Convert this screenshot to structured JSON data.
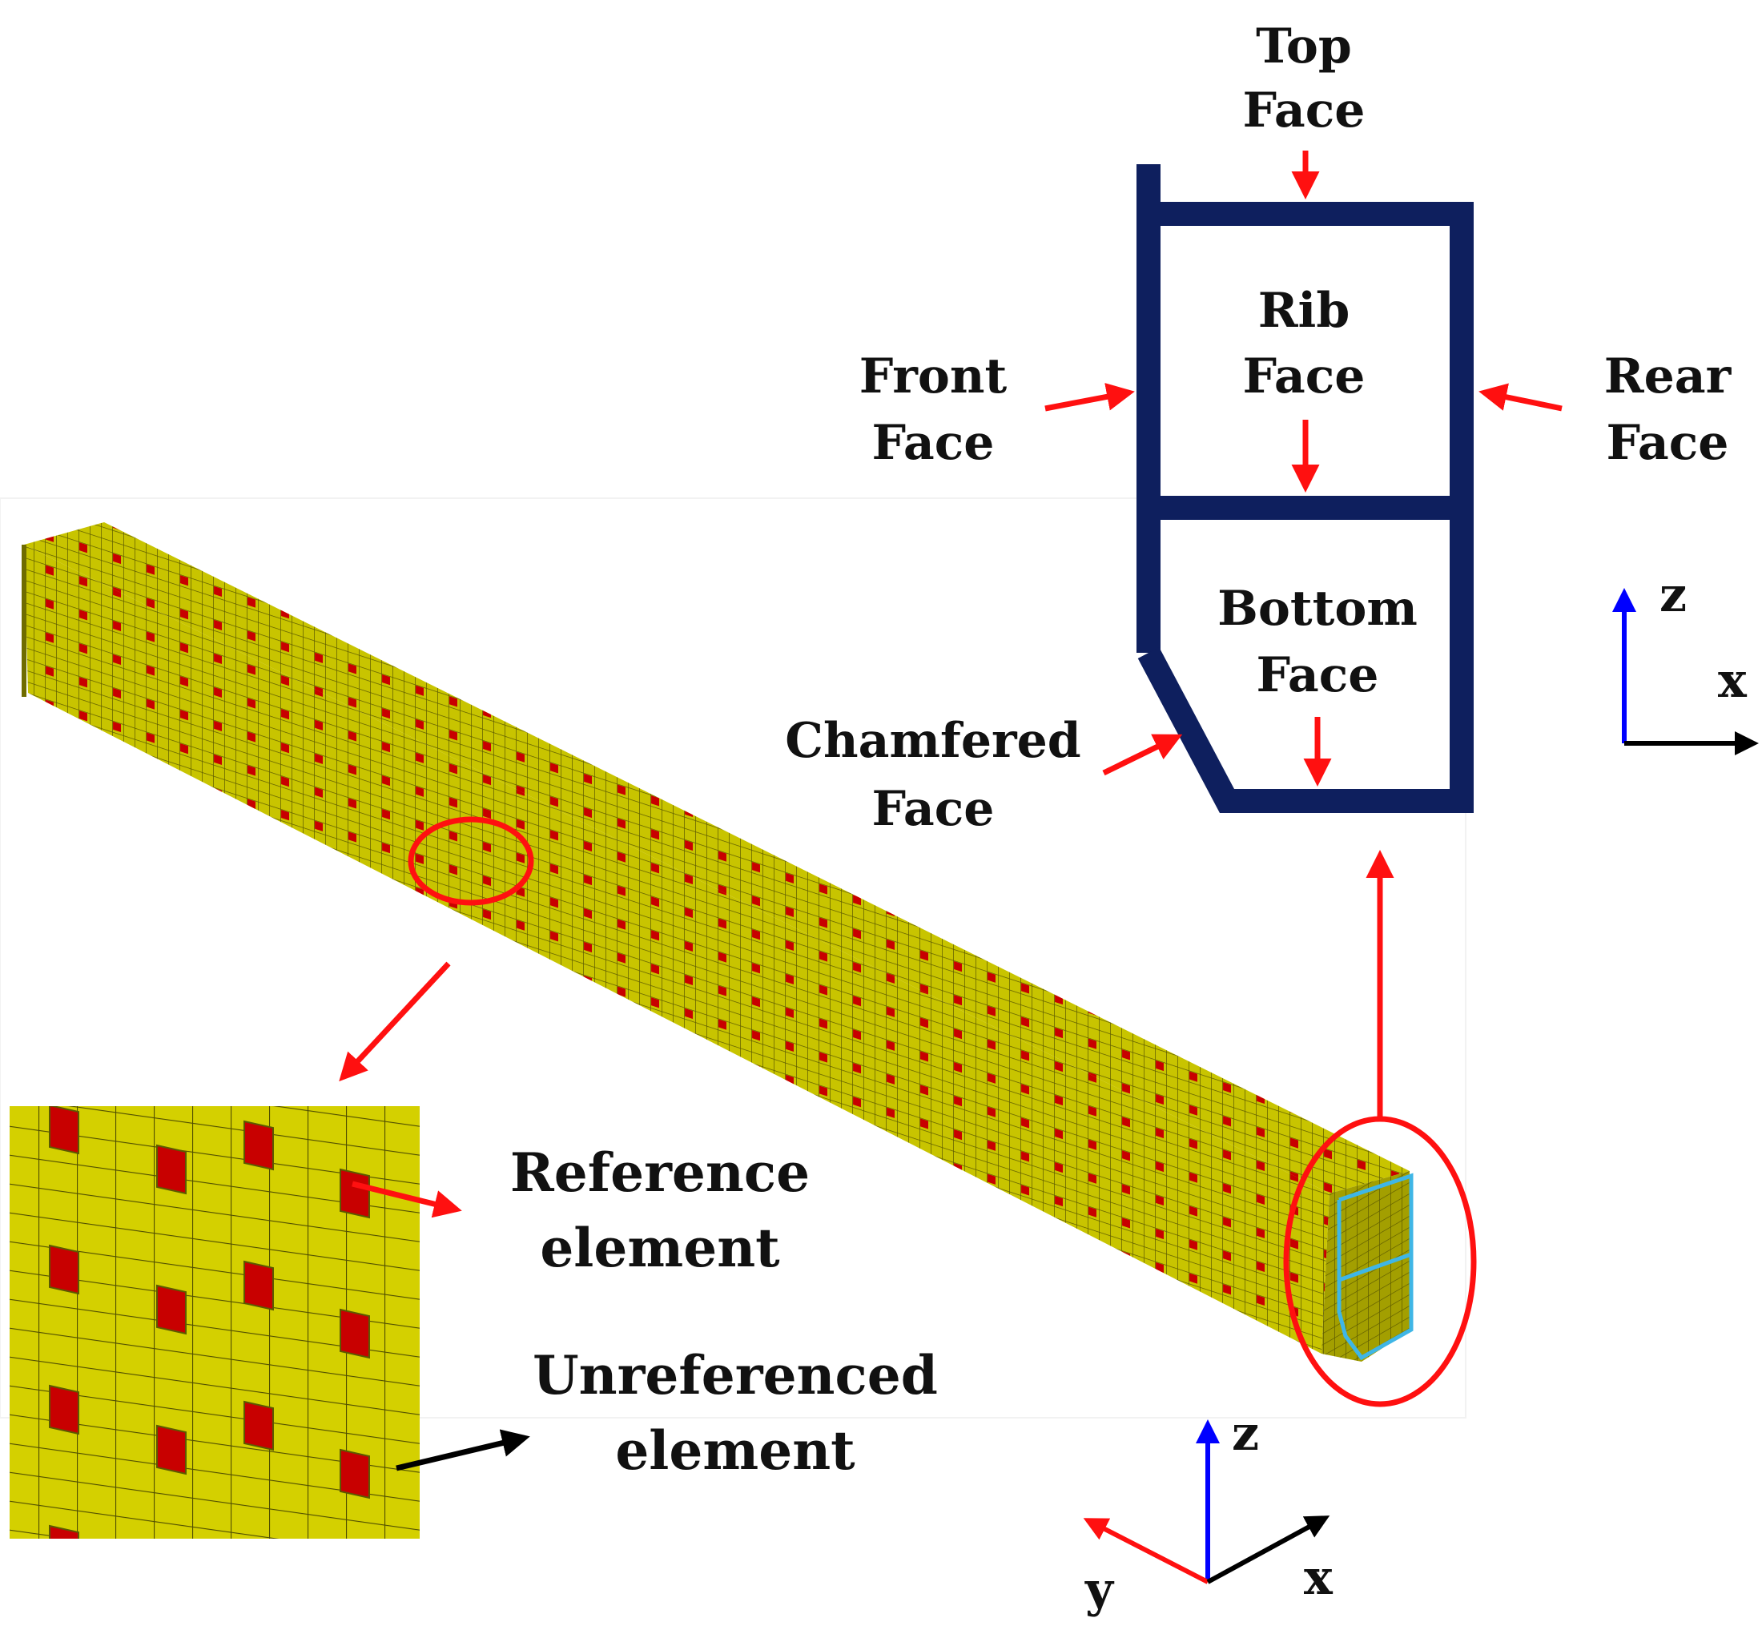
{
  "labels": {
    "top_face": [
      "Top",
      "Face"
    ],
    "rib_face": [
      "Rib",
      "Face"
    ],
    "front_face": [
      "Front",
      "Face"
    ],
    "rear_face": [
      "Rear",
      "Face"
    ],
    "bottom_face": [
      "Bottom",
      "Face"
    ],
    "chamfered_face": [
      "Chamfered",
      "Face"
    ],
    "reference_element": [
      "Reference",
      "element"
    ],
    "unreferenced_element": [
      "Unreferenced",
      "element"
    ]
  },
  "axes_2d": {
    "vertical": "z",
    "horizontal": "x"
  },
  "axes_3d": {
    "up": "z",
    "left": "y",
    "right": "x"
  },
  "colors": {
    "section_outline": "#0e1f5e",
    "annotation_arrow": "#ff1010",
    "highlight_circle": "#ff1010",
    "mesh_fill": "#c8c400",
    "mesh_fill_dark": "#8f8c00",
    "reference_element": "#c80000",
    "mesh_line": "#5c5a00",
    "section_edge": "#3fb6e6",
    "axis_z": "#0000ff",
    "axis_x": "#000000",
    "axis_y": "#ff1010",
    "pointer_black": "#000000"
  }
}
